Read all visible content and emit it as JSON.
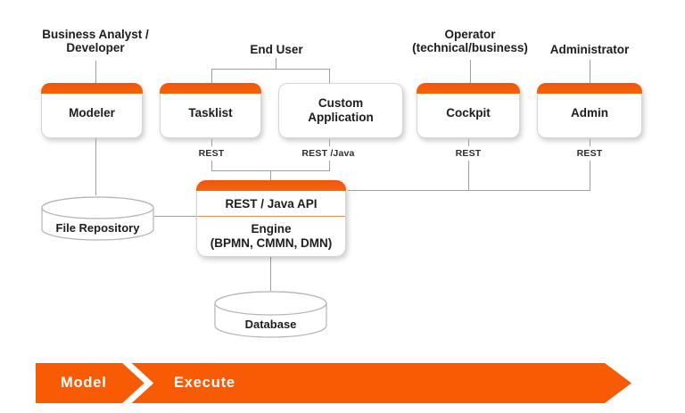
{
  "colors": {
    "accent_orange": "#f75c04",
    "divider_orange": "#ef8a57",
    "connector_gray": "#9f9f9f"
  },
  "actors": {
    "business_analyst": "Business Analyst /\nDeveloper",
    "end_user": "End User",
    "operator": "Operator\n(technical/business)",
    "administrator": "Administrator"
  },
  "apps": {
    "modeler": "Modeler",
    "tasklist": "Tasklist",
    "custom_application": "Custom\nApplication",
    "cockpit": "Cockpit",
    "admin": "Admin"
  },
  "protocols": {
    "tasklist": "REST",
    "custom_application": "REST /Java",
    "cockpit": "REST",
    "admin": "REST"
  },
  "engine": {
    "api": "REST / Java API",
    "name": "Engine\n(BPMN, CMMN, DMN)"
  },
  "datastores": {
    "file_repository": "File Repository",
    "database": "Database"
  },
  "banner": {
    "model": "Model",
    "execute": "Execute"
  }
}
